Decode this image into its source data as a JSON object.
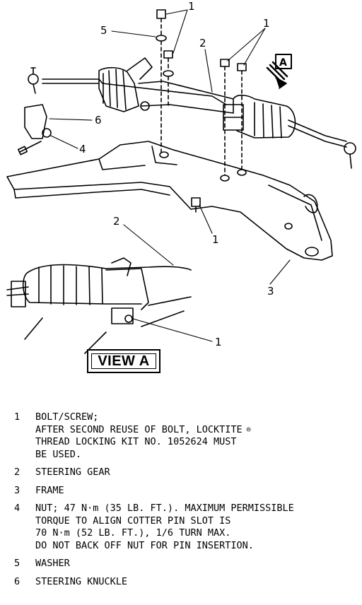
{
  "callouts": {
    "c1_top": "1",
    "c2_top": "2",
    "c5": "5",
    "c1_right": "1",
    "c6": "6",
    "c4": "4",
    "c1_mid": "1",
    "c3": "3",
    "c2_view": "2",
    "c1_view": "1",
    "view_arrow_letter": "A"
  },
  "view_label": "VIEW A",
  "legend": [
    {
      "num": "1",
      "lines": [
        "BOLT/SCREW;",
        "AFTER SECOND REUSE OF BOLT, LOCKTITE",
        "THREAD LOCKING KIT NO. 1052624 MUST",
        "BE USED."
      ],
      "mark": "®"
    },
    {
      "num": "2",
      "lines": [
        "STEERING GEAR"
      ]
    },
    {
      "num": "3",
      "lines": [
        "FRAME"
      ]
    },
    {
      "num": "4",
      "lines": [
        "NUT; 47 N·m (35 LB. FT.). MAXIMUM PERMISSIBLE",
        "TORQUE TO ALIGN COTTER PIN SLOT IS",
        "70 N·m (52 LB. FT.), 1/6 TURN MAX.",
        "DO NOT BACK OFF NUT FOR PIN INSERTION."
      ]
    },
    {
      "num": "5",
      "lines": [
        "WASHER"
      ]
    },
    {
      "num": "6",
      "lines": [
        "STEERING KNUCKLE"
      ]
    }
  ]
}
